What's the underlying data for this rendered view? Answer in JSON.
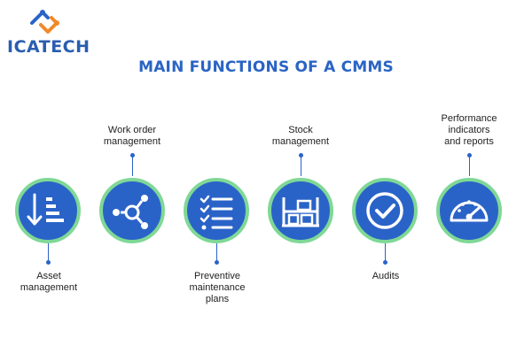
{
  "brand": {
    "name": "ICATECH",
    "logo_icon": "icatech-logo-icon"
  },
  "title": "MAIN FUNCTIONS OF A CMMS",
  "colors": {
    "circle_fill": "#2a63c8",
    "circle_ring": "#7fd896",
    "title": "#2a64c4",
    "logo_text": "#2a5db0"
  },
  "functions": [
    {
      "icon": "descending-list-icon",
      "label": "Asset\nmanagement",
      "label_position": "below"
    },
    {
      "icon": "network-nodes-icon",
      "label": "Work order\nmanagement",
      "label_position": "above"
    },
    {
      "icon": "checklist-icon",
      "label": "Preventive\nmaintenance\nplans",
      "label_position": "below"
    },
    {
      "icon": "warehouse-shelves-icon",
      "label": "Stock\nmanagement",
      "label_position": "above"
    },
    {
      "icon": "check-circle-icon",
      "label": "Audits",
      "label_position": "below"
    },
    {
      "icon": "speedometer-icon",
      "label": "Performance\nindicators\nand reports",
      "label_position": "above"
    }
  ]
}
